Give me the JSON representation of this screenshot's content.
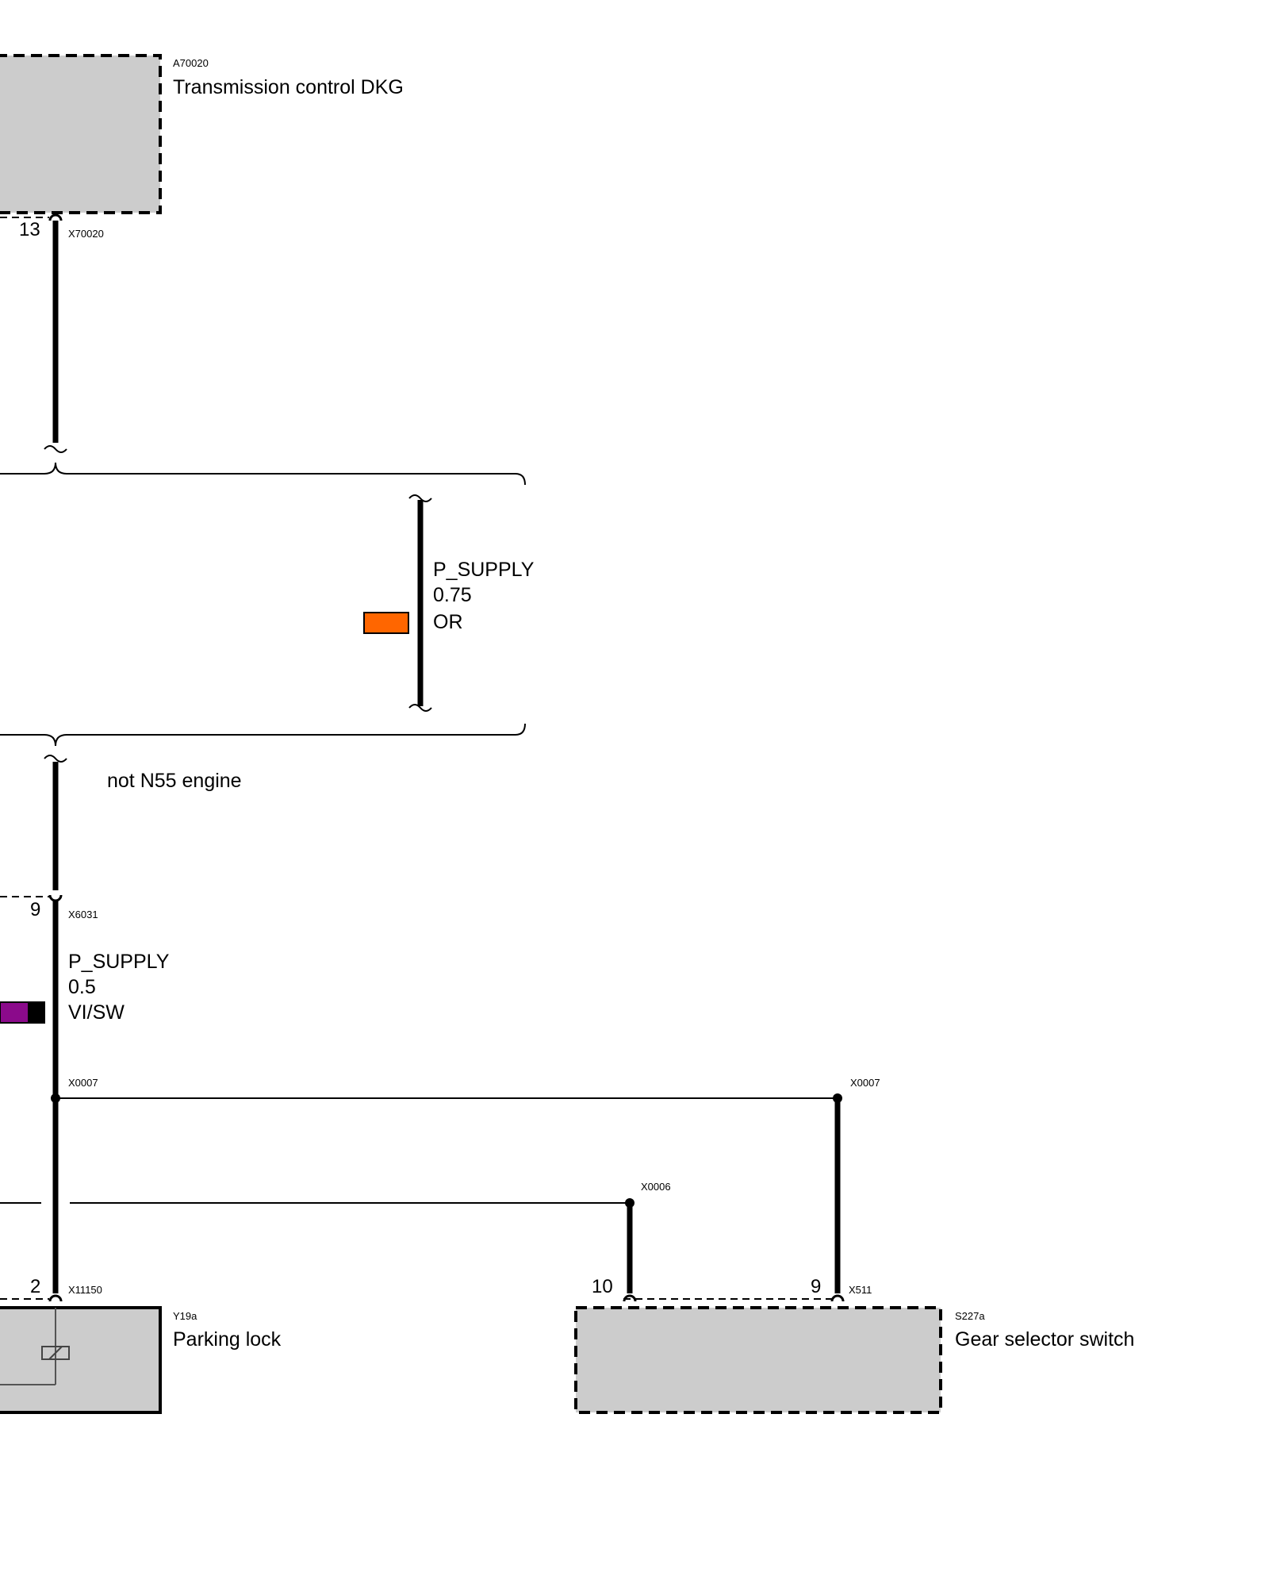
{
  "components": {
    "tcu": {
      "code": "A70020",
      "name": "Transmission control DKG"
    },
    "parking_lock": {
      "code": "Y19a",
      "name": "Parking lock"
    },
    "gear_selector": {
      "code": "S227a",
      "name": "Gear selector switch"
    }
  },
  "connectors": {
    "tcu_connector": {
      "code": "X70020",
      "pin": "13"
    },
    "mid_connector": {
      "code": "X6031",
      "pin": "9"
    },
    "splice_top_left": {
      "code": "X0007"
    },
    "splice_top_right": {
      "code": "X0007"
    },
    "splice_mid": {
      "code": "X0006"
    },
    "parking_lock_connector": {
      "code": "X11150",
      "pin": "2"
    },
    "selector_connector_a": {
      "pin": "10"
    },
    "selector_connector_b": {
      "code": "X511",
      "pin": "9"
    }
  },
  "wires": {
    "variant_wire": {
      "signal": "P_SUPPLY",
      "gauge": "0.75",
      "color_code": "OR",
      "color_hex": "#ff6600"
    },
    "main_wire": {
      "signal": "P_SUPPLY",
      "gauge": "0.5",
      "color_code": "VI/SW",
      "color_hex_1": "#8b0a8b",
      "color_hex_2": "#000000"
    }
  },
  "notes": {
    "variant_condition": "not N55 engine"
  }
}
